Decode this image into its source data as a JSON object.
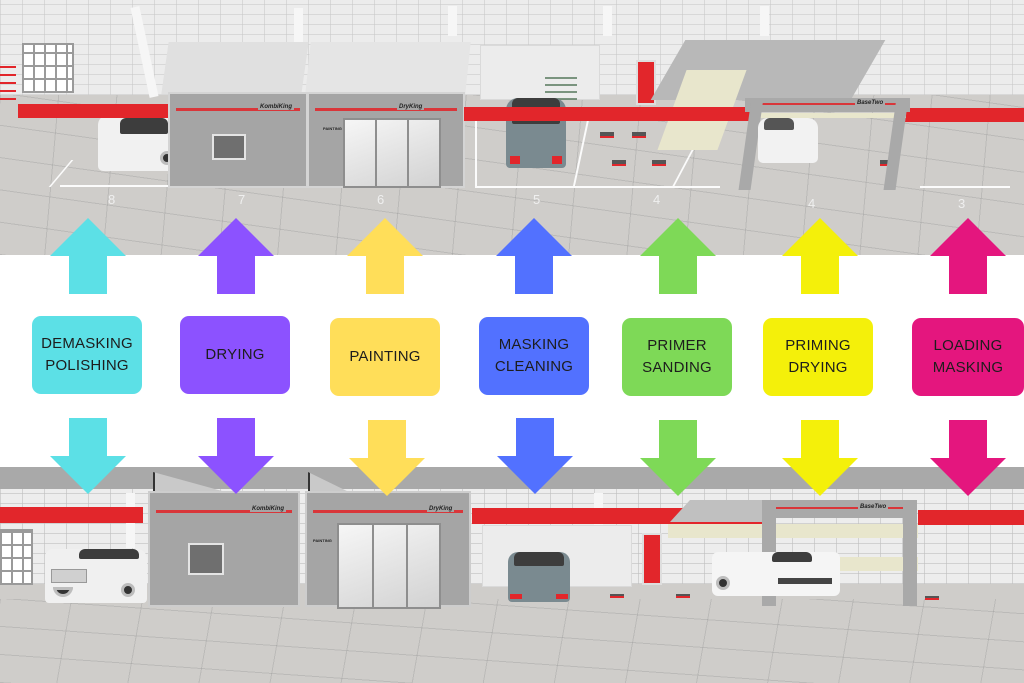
{
  "title": "Collision repair shop workflow layout",
  "stages": [
    {
      "id": "demasking-polishing",
      "lines": [
        "DEMASKING",
        "POLISHING"
      ],
      "color": "#5ce0e6"
    },
    {
      "id": "drying",
      "lines": [
        "DRYING"
      ],
      "color": "#8c52ff"
    },
    {
      "id": "painting",
      "lines": [
        "PAINTING"
      ],
      "color": "#ffde59"
    },
    {
      "id": "masking-cleaning",
      "lines": [
        "MASKING",
        "CLEANING"
      ],
      "color": "#5271ff"
    },
    {
      "id": "primer-sanding",
      "lines": [
        "PRIMER",
        "SANDING"
      ],
      "color": "#7ed957"
    },
    {
      "id": "priming-drying",
      "lines": [
        "PRIMING",
        "DRYING"
      ],
      "color": "#f4f00a"
    },
    {
      "id": "loading-masking",
      "lines": [
        "LOADING",
        "MASKING"
      ],
      "color": "#e4167e"
    }
  ],
  "labels": {
    "stage_0": "DEMASKING\nPOLISHING",
    "stage_1": "DRYING",
    "stage_2": "PAINTING",
    "stage_3": "MASKING\nCLEANING",
    "stage_4": "PRIMER\nSANDING",
    "stage_5": "PRIMING\nDRYING",
    "stage_6": "LOADING\nMASKING"
  },
  "top_scene": {
    "bay_numbers": [
      "8",
      "7",
      "6",
      "5",
      "4",
      "4",
      "3"
    ],
    "booth_brands": [
      "KombiKing",
      "DryKing",
      "BaseTwo"
    ],
    "door_sign": "PAINTING"
  },
  "bottom_scene": {
    "booth_brands": [
      "KombiKing",
      "DryKing",
      "BaseTwo"
    ],
    "door_sign": "PAINTING"
  },
  "colors": {
    "accent_red": "#e2262b",
    "booth_gray": "#a5a5a5",
    "floor": "#cfcdca",
    "wall": "#ececec"
  }
}
